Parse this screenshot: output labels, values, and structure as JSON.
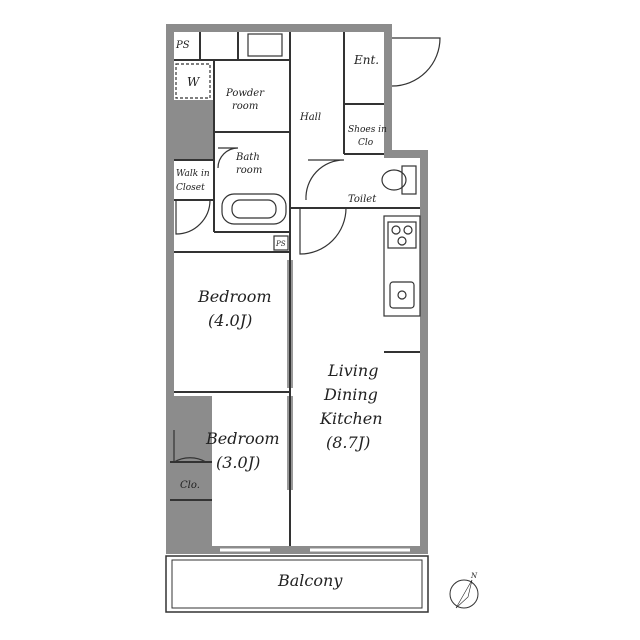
{
  "rooms": {
    "ps_top": "PS",
    "washer": "W",
    "powder_room": [
      "Powder",
      "room"
    ],
    "hall": "Hall",
    "entrance": "Ent.",
    "shoes_closet": [
      "Shoes in",
      "Clo"
    ],
    "bath_room": [
      "Bath",
      "room"
    ],
    "walk_in_closet": [
      "Walk in",
      "Closet"
    ],
    "toilet": "Toilet",
    "ps_small": "PS",
    "bedroom_1": [
      "Bedroom",
      "(4.0J)"
    ],
    "bedroom_2": [
      "Bedroom",
      "(3.0J)"
    ],
    "ldk": [
      "Living",
      "Dining",
      "Kitchen",
      "(8.7J)"
    ],
    "closet": "Clo.",
    "balcony": "Balcony"
  },
  "compass": {
    "north_label": "N"
  },
  "colors": {
    "wall": "#8c8c8c",
    "line": "#333333",
    "background": "#ffffff"
  }
}
